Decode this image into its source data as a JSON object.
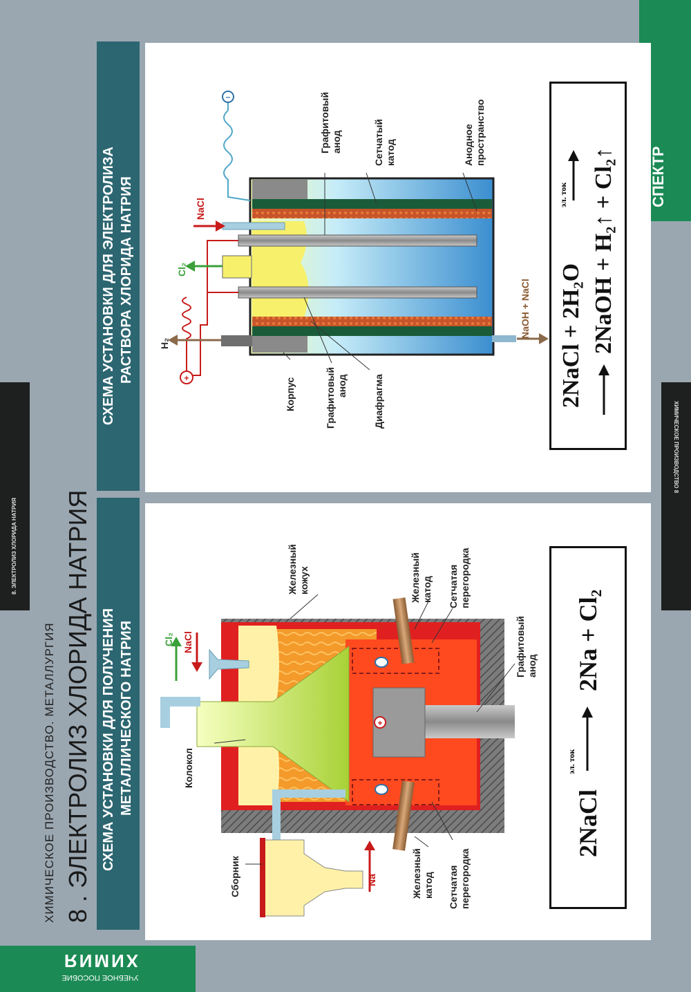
{
  "brand": {
    "line1": "ХИМИЯ",
    "line2": "УЧЕБНОЕ ПОСОБИЕ",
    "logo": "СПЕКТР"
  },
  "header": {
    "subtitle": "ХИМИЧЕСКОЕ ПРОИЗВОДСТВО. МЕТАЛЛУРГИЯ",
    "title": "8 . ЭЛЕКТРОЛИЗ ХЛОРИДА НАТРИЯ"
  },
  "side_tabs": {
    "left": "8. ЭЛЕКТРОЛИЗ ХЛОРИДА НАТРИЯ",
    "right": "ХИМИЧЕСКОЕ ПРОИЗВОДСТВО 8"
  },
  "melt_section": {
    "title_line1": "СХЕМА УСТАНОВКИ ДЛЯ ПОЛУЧЕНИЯ",
    "title_line2": "МЕТАЛЛИЧЕСКОГО НАТРИЯ",
    "labels": {
      "collector": "Сборник",
      "bell": "Колокол",
      "iron_casing_1": "Железный",
      "iron_casing_2": "кожух",
      "iron_cathode_top_1": "Железный",
      "iron_cathode_top_2": "катод",
      "mesh_partition_top_1": "Сетчатая",
      "mesh_partition_top_2": "перегородка",
      "graphite_anode_1": "Графитовый",
      "graphite_anode_2": "анод",
      "iron_cathode_bottom_1": "Железный",
      "iron_cathode_bottom_2": "катод",
      "mesh_partition_bottom_1": "Сетчатая",
      "mesh_partition_bottom_2": "перегородка",
      "cl2": "Cl₂",
      "nacl": "NaCl",
      "na": "Na",
      "minus": "–",
      "plus": "+"
    },
    "equation": {
      "left": "2NaCl",
      "condition": "эл. ток",
      "right": "2Na + Cl₂"
    }
  },
  "solution_section": {
    "title_line1": "СХЕМА УСТАНОВКИ ДЛЯ ЭЛЕКТРОЛИЗА",
    "title_line2": "РАСТВОРА ХЛОРИДА НАТРИЯ",
    "labels": {
      "body": "Корпус",
      "graphite_anode_left_1": "Графитовый",
      "graphite_anode_left_2": "анод",
      "diaphragm": "Диафрагма",
      "graphite_anode_right_1": "Графитовый",
      "graphite_anode_right_2": "анод",
      "mesh_cathode_1": "Сетчатый",
      "mesh_cathode_2": "катод",
      "anode_space_1": "Анодное",
      "anode_space_2": "пространство",
      "h2": "H₂",
      "cl2": "Cl₂",
      "nacl": "NaCl",
      "naoh_nacl": "NaOH + NaCl",
      "minus": "–",
      "plus": "+"
    },
    "equation": {
      "line1_left": "2NaCl + 2H₂O",
      "condition": "эл. ток",
      "line2": "2NaOH + H₂↑ + Cl₂↑"
    }
  }
}
